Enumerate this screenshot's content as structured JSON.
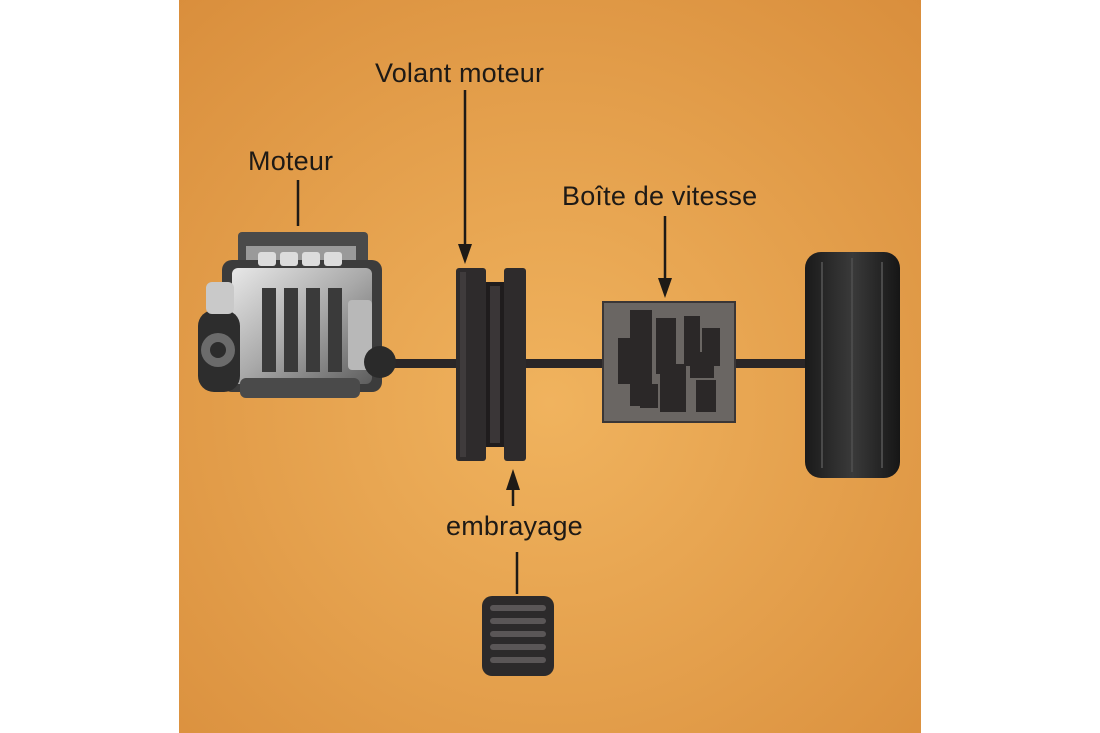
{
  "labels": {
    "engine": "Moteur",
    "flywheel": "Volant moteur",
    "gearbox": "Boîte de vitesse",
    "clutch": "embrayage"
  },
  "colors": {
    "background": "#e7a24e",
    "side_margins": "#ffffff",
    "components": "#2c2a2b",
    "gearbox_housing": "#6a6663",
    "text": "#1e1a16"
  },
  "icons": {
    "engine": "engine-block-icon",
    "flywheel": "flywheel-icon",
    "clutch_disc": "clutch-disc-icon",
    "gearbox": "gearbox-icon",
    "wheel": "wheel-icon",
    "pedal": "clutch-pedal-icon"
  }
}
